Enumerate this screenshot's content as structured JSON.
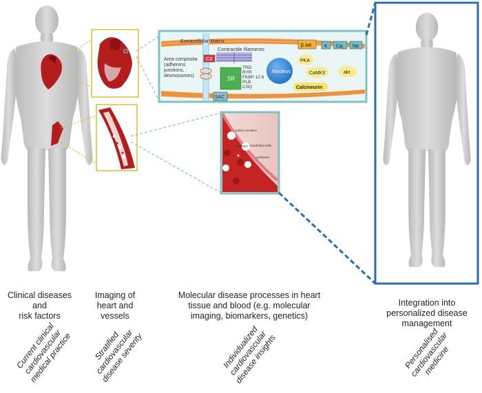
{
  "colors": {
    "body": "#c9c9c9",
    "heart": "#b41d1d",
    "callout_yellow": "#e8b92a",
    "molecular_teal": "#7ec2c6",
    "integration_blue": "#2a6db5"
  },
  "molecular": {
    "ecm": "Extracellular Matrix",
    "filaments": "Contractile filaments",
    "area": [
      "Area composita",
      "(adherens",
      "junctions,",
      "desmosomes)"
    ],
    "cx": "CX",
    "sr": "SR",
    "sr_proteins": [
      "TRD",
      "RYR",
      "FKBP 12.6",
      "PLB",
      "CSQ"
    ],
    "nucleus": "Nucleus",
    "sac": "SAC",
    "beta_ar": "β AR",
    "k": "K",
    "ca": "Ca",
    "ca_sub": "L",
    "na": "Na",
    "pka": "PKA",
    "camkii": "CaMKII",
    "akt": "akt",
    "calcineurin": "Calcineurin"
  },
  "vessel": {
    "surface": "surface proteins",
    "platelets": "platelets",
    "endothelial": "endothelial cells",
    "cytokines": "cytokines"
  },
  "columns": [
    {
      "title": [
        "Clinical diseases",
        "and",
        "risk factors"
      ],
      "subtitle": [
        "Current clinical",
        "cardiovascular",
        "medical practice"
      ]
    },
    {
      "title": [
        "Imaging of",
        "heart and",
        "vessels"
      ],
      "subtitle": [
        "Stratified",
        "cardiovascular",
        "disease severity"
      ]
    },
    {
      "title": [
        "Molecular disease processes in heart",
        "tissue and blood (e.g. molecular",
        "imaging, biomarkers, genetics)"
      ],
      "subtitle": [
        "Individualized",
        "cardiovascular",
        "disease insights"
      ]
    },
    {
      "title": [
        "Integration into",
        "personalized disease",
        "management"
      ],
      "subtitle": [
        "Personalised",
        "cardiovascular",
        "medicine"
      ]
    }
  ]
}
